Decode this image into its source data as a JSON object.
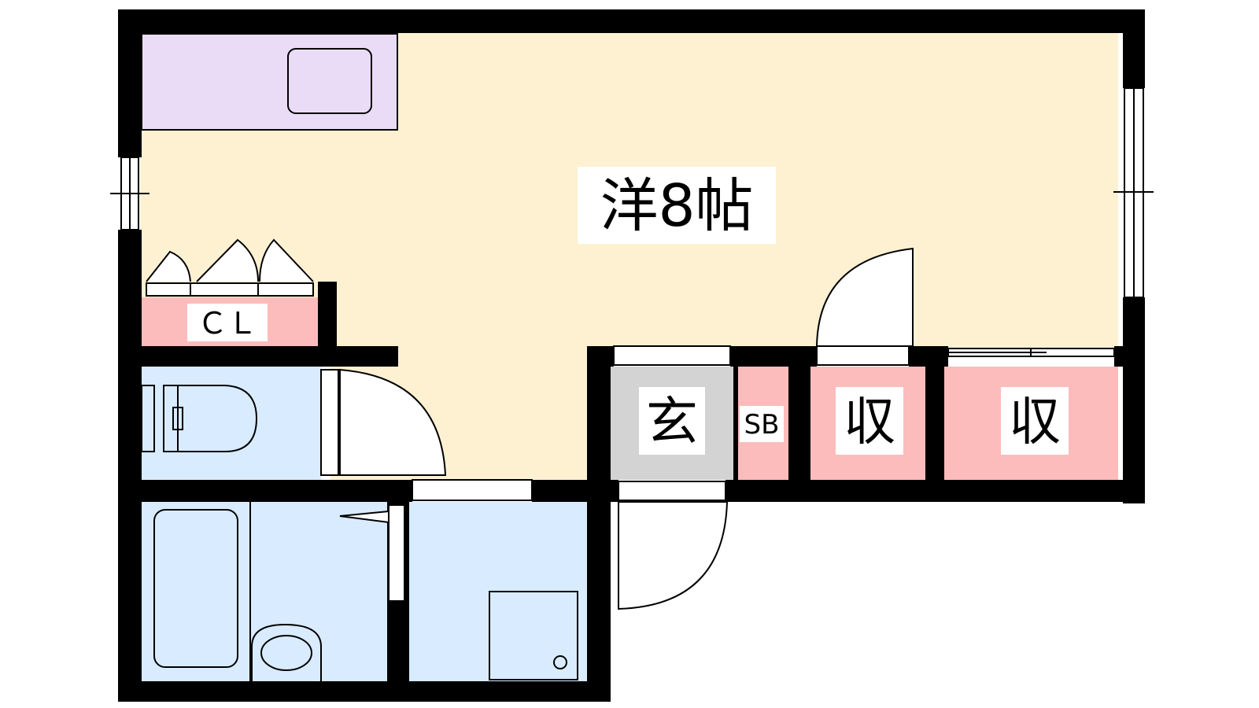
{
  "rooms": {
    "main": "洋8帖",
    "closet": "ＣＬ",
    "entrance": "玄",
    "shoe_box": "SB",
    "storage_1": "収",
    "storage_2": "収"
  },
  "colors": {
    "wall": "#000000",
    "main_room": "#fdf1d2",
    "storage": "#fcbcbc",
    "wet_area": "#d9ebfe",
    "entrance": "#d3d3d3",
    "kitchen": "#eadcf6",
    "fixture_line": "#000000",
    "door_fill": "#ffffff"
  }
}
